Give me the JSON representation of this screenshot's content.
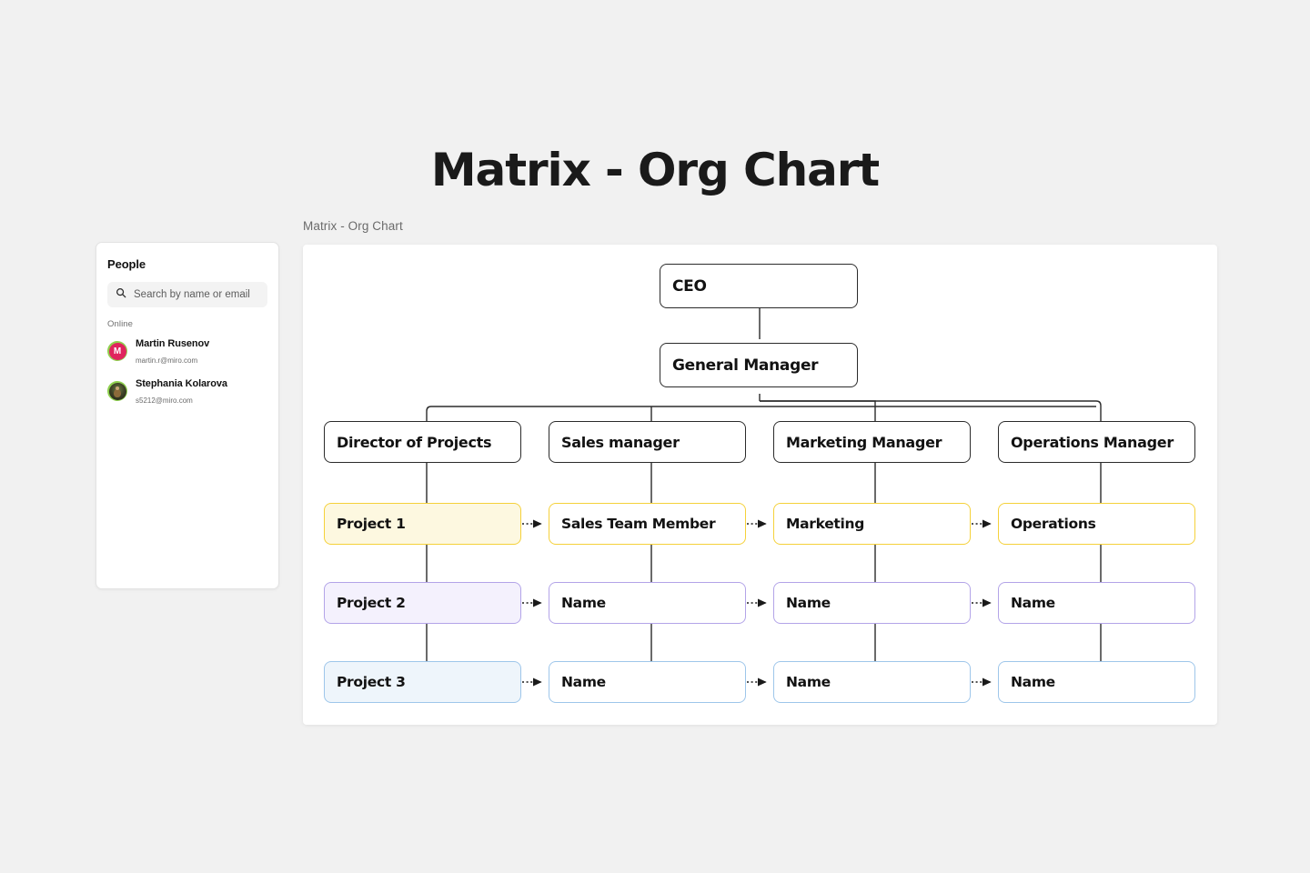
{
  "title": "Matrix - Org Chart",
  "board_label": "Matrix - Org Chart",
  "colors": {
    "page_background": "#f1f1f1",
    "canvas_background": "#ffffff",
    "node_border_dark": "#2b2b2b",
    "accent_yellow": "#f5d13a",
    "accent_purple": "#b3a4e8",
    "accent_blue": "#9ec6ea",
    "fill_yellow": "#fdf8e0",
    "fill_purple": "#f4f1fd",
    "fill_blue": "#eef5fb",
    "online_ring": "#8fd14f",
    "avatar_initial_background": "#e0245e"
  },
  "people_panel": {
    "heading": "People",
    "search": {
      "icon": "search-icon",
      "value": "",
      "placeholder": "Search by name or email"
    },
    "section_label": "Online",
    "members": [
      {
        "name": "Martin Rusenov",
        "email": "martin.r@miro.com",
        "avatar_type": "initial",
        "initial": "M",
        "status": "online"
      },
      {
        "name": "Stephania Kolarova",
        "email": "s5212@miro.com",
        "avatar_type": "photo",
        "initial": "S",
        "status": "online"
      }
    ]
  },
  "chart_data": {
    "type": "diagram",
    "title": "Matrix - Org Chart",
    "nodes": {
      "ceo": "CEO",
      "general_manager": "General Manager",
      "managers": [
        "Director of Projects",
        "Sales manager",
        "Marketing Manager",
        "Operations Manager"
      ],
      "rows": [
        {
          "row_style": "yellow",
          "cells": [
            "Project 1",
            "Sales Team Member",
            "Marketing",
            "Operations"
          ]
        },
        {
          "row_style": "purple",
          "cells": [
            "Project 2",
            "Name",
            "Name",
            "Name"
          ]
        },
        {
          "row_style": "blue",
          "cells": [
            "Project 3",
            "Name",
            "Name",
            "Name"
          ]
        }
      ]
    },
    "edges": {
      "vertical_style": "solid",
      "horizontal_style": "dotted-arrow"
    }
  }
}
